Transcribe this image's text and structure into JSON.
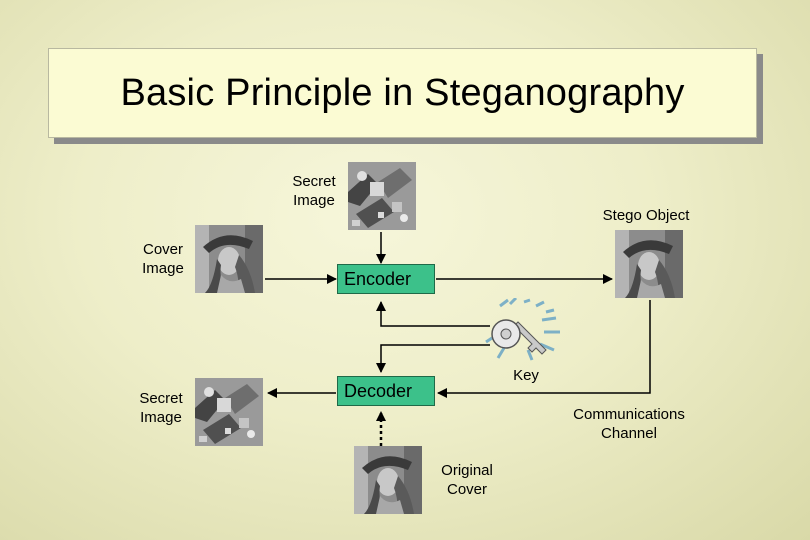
{
  "title": "Basic Principle in Steganography",
  "labels": {
    "secret_image_top": [
      "Secret",
      "Image"
    ],
    "stego_object": "Stego Object",
    "cover_image": [
      "Cover",
      "Image"
    ],
    "key": "Key",
    "secret_image_bottom": [
      "Secret",
      "Image"
    ],
    "communications_channel": [
      "Communications",
      "Channel"
    ],
    "original_cover": [
      "Original",
      "Cover"
    ]
  },
  "blocks": {
    "encoder": "Encoder",
    "decoder": "Decoder"
  },
  "icons": {
    "key": "key-icon",
    "portrait": "portrait-image",
    "secret": "secret-image"
  },
  "colors": {
    "block_fill": "#3cc18a",
    "title_fill": "#fbfbd3"
  }
}
